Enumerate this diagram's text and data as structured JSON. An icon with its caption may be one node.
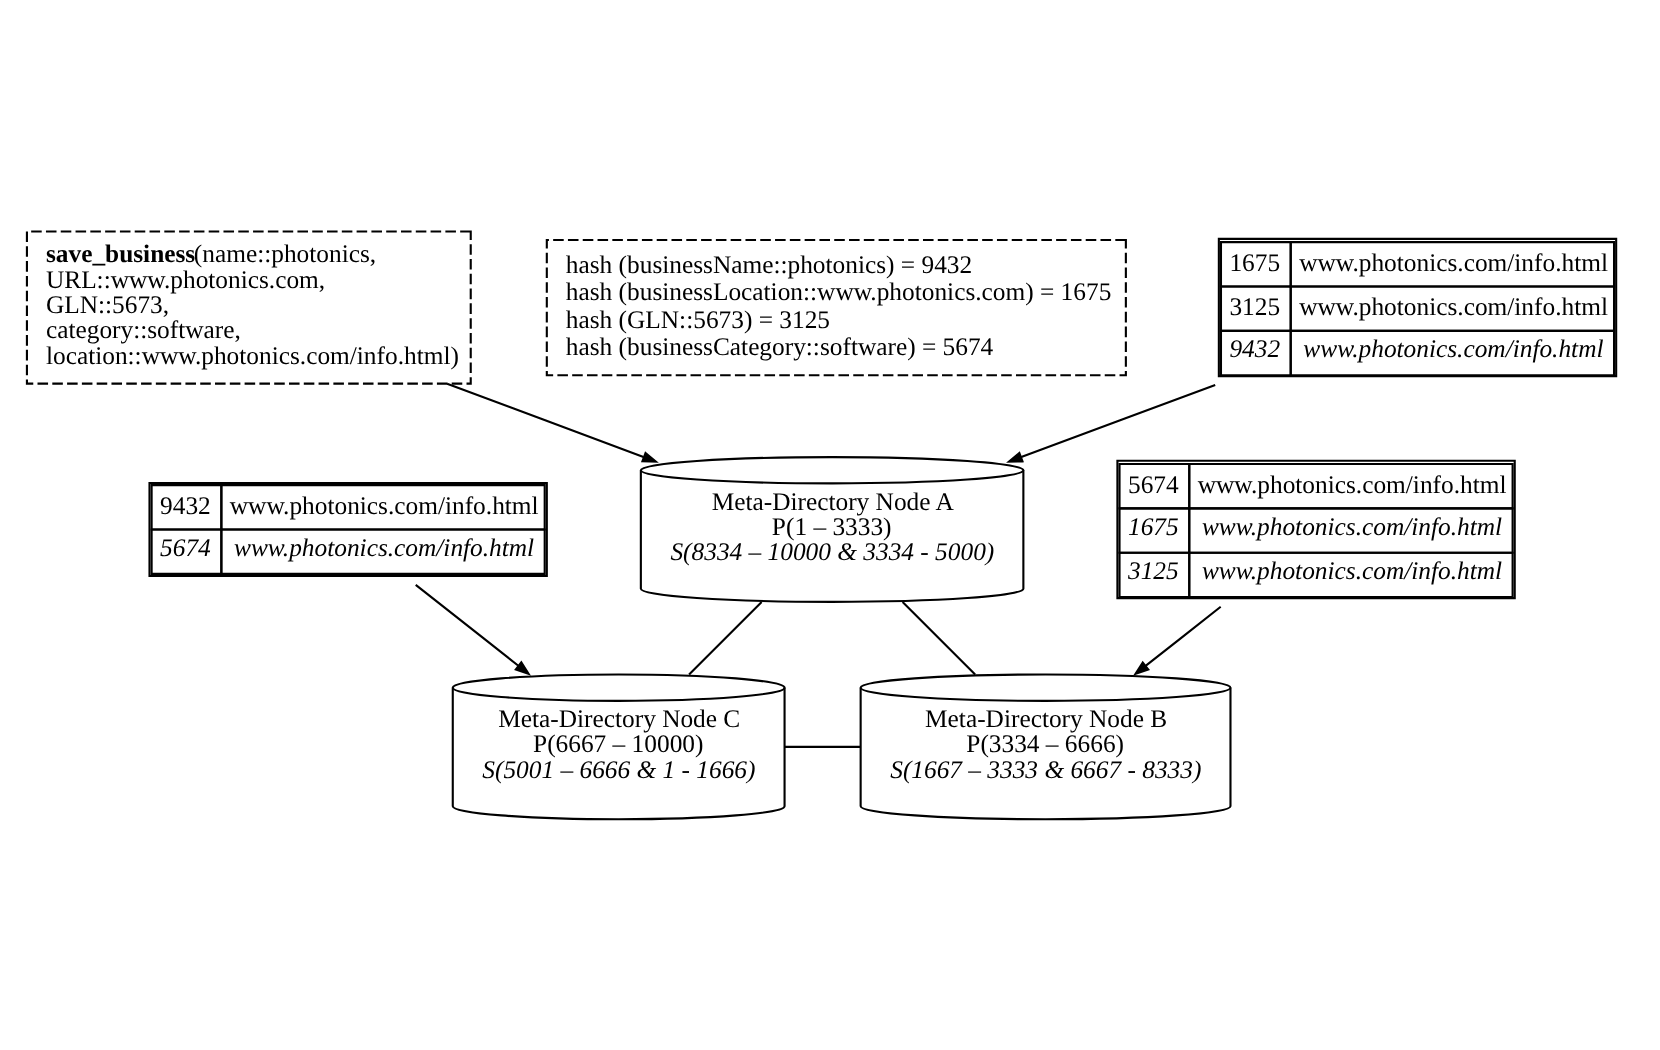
{
  "diagram": {
    "nodes": [
      {
        "text": [
          "**save_business**(name::photonics, URL::www.photonics.com, GLN::5673, category::software, location::www.photonics.com/info.html)"
        ]
      },
      {
        "text": [
          "hash (businessName::photonics) = 9432",
          "hash (businessLocation::www.photonics.com) = 1675",
          "hash (GLN::5673) = 3125",
          "hash (businessCategory::software) = 5674"
        ]
      },
      {
        "text": [
          "Meta-Directory Node A",
          "P(1 – 3333)",
          "*S(8334 – 10000 & 3334 - 5000)*"
        ]
      },
      {
        "text": [
          "1675",
          "www.photonics.com/info.html",
          "3125",
          "www.photonics.com/info.html",
          "*9432*",
          "*www.photonics.com/info.html*"
        ]
      },
      {
        "text": [
          "Meta-Directory Node C",
          "P(6667 – 10000)",
          "*S(5001 – 6666 & 1 - 1666)*"
        ]
      },
      {
        "text": [
          "Meta-Directory Node B",
          "P(3334 – 6666)",
          "*S(1667 – 3333 & 6667 - 8333)*"
        ]
      },
      {
        "text": [
          "9432",
          "www.photonics.com/info.html",
          "*5674*",
          "*www.photonics.com/info.html*"
        ]
      },
      {
        "text": [
          "5674",
          "www.photonics.com/info.html",
          "*1675*",
          "*www.photonics.com/info.html*",
          "*3125*",
          "*www.photonics.com/info.html*"
        ]
      }
    ],
    "edges": [
      {
        "from": 0,
        "to": 2,
        "arrow": "to"
      },
      {
        "from": 3,
        "to": 2,
        "arrow": "to"
      },
      {
        "from": 2,
        "to": 4,
        "arrow": "none"
      },
      {
        "from": 4,
        "to": 5,
        "arrow": "none"
      },
      {
        "from": 5,
        "to": 2,
        "arrow": "none"
      },
      {
        "from": 6,
        "to": 4,
        "arrow": "to"
      },
      {
        "from": 7,
        "to": 5,
        "arrow": "to"
      }
    ]
  }
}
